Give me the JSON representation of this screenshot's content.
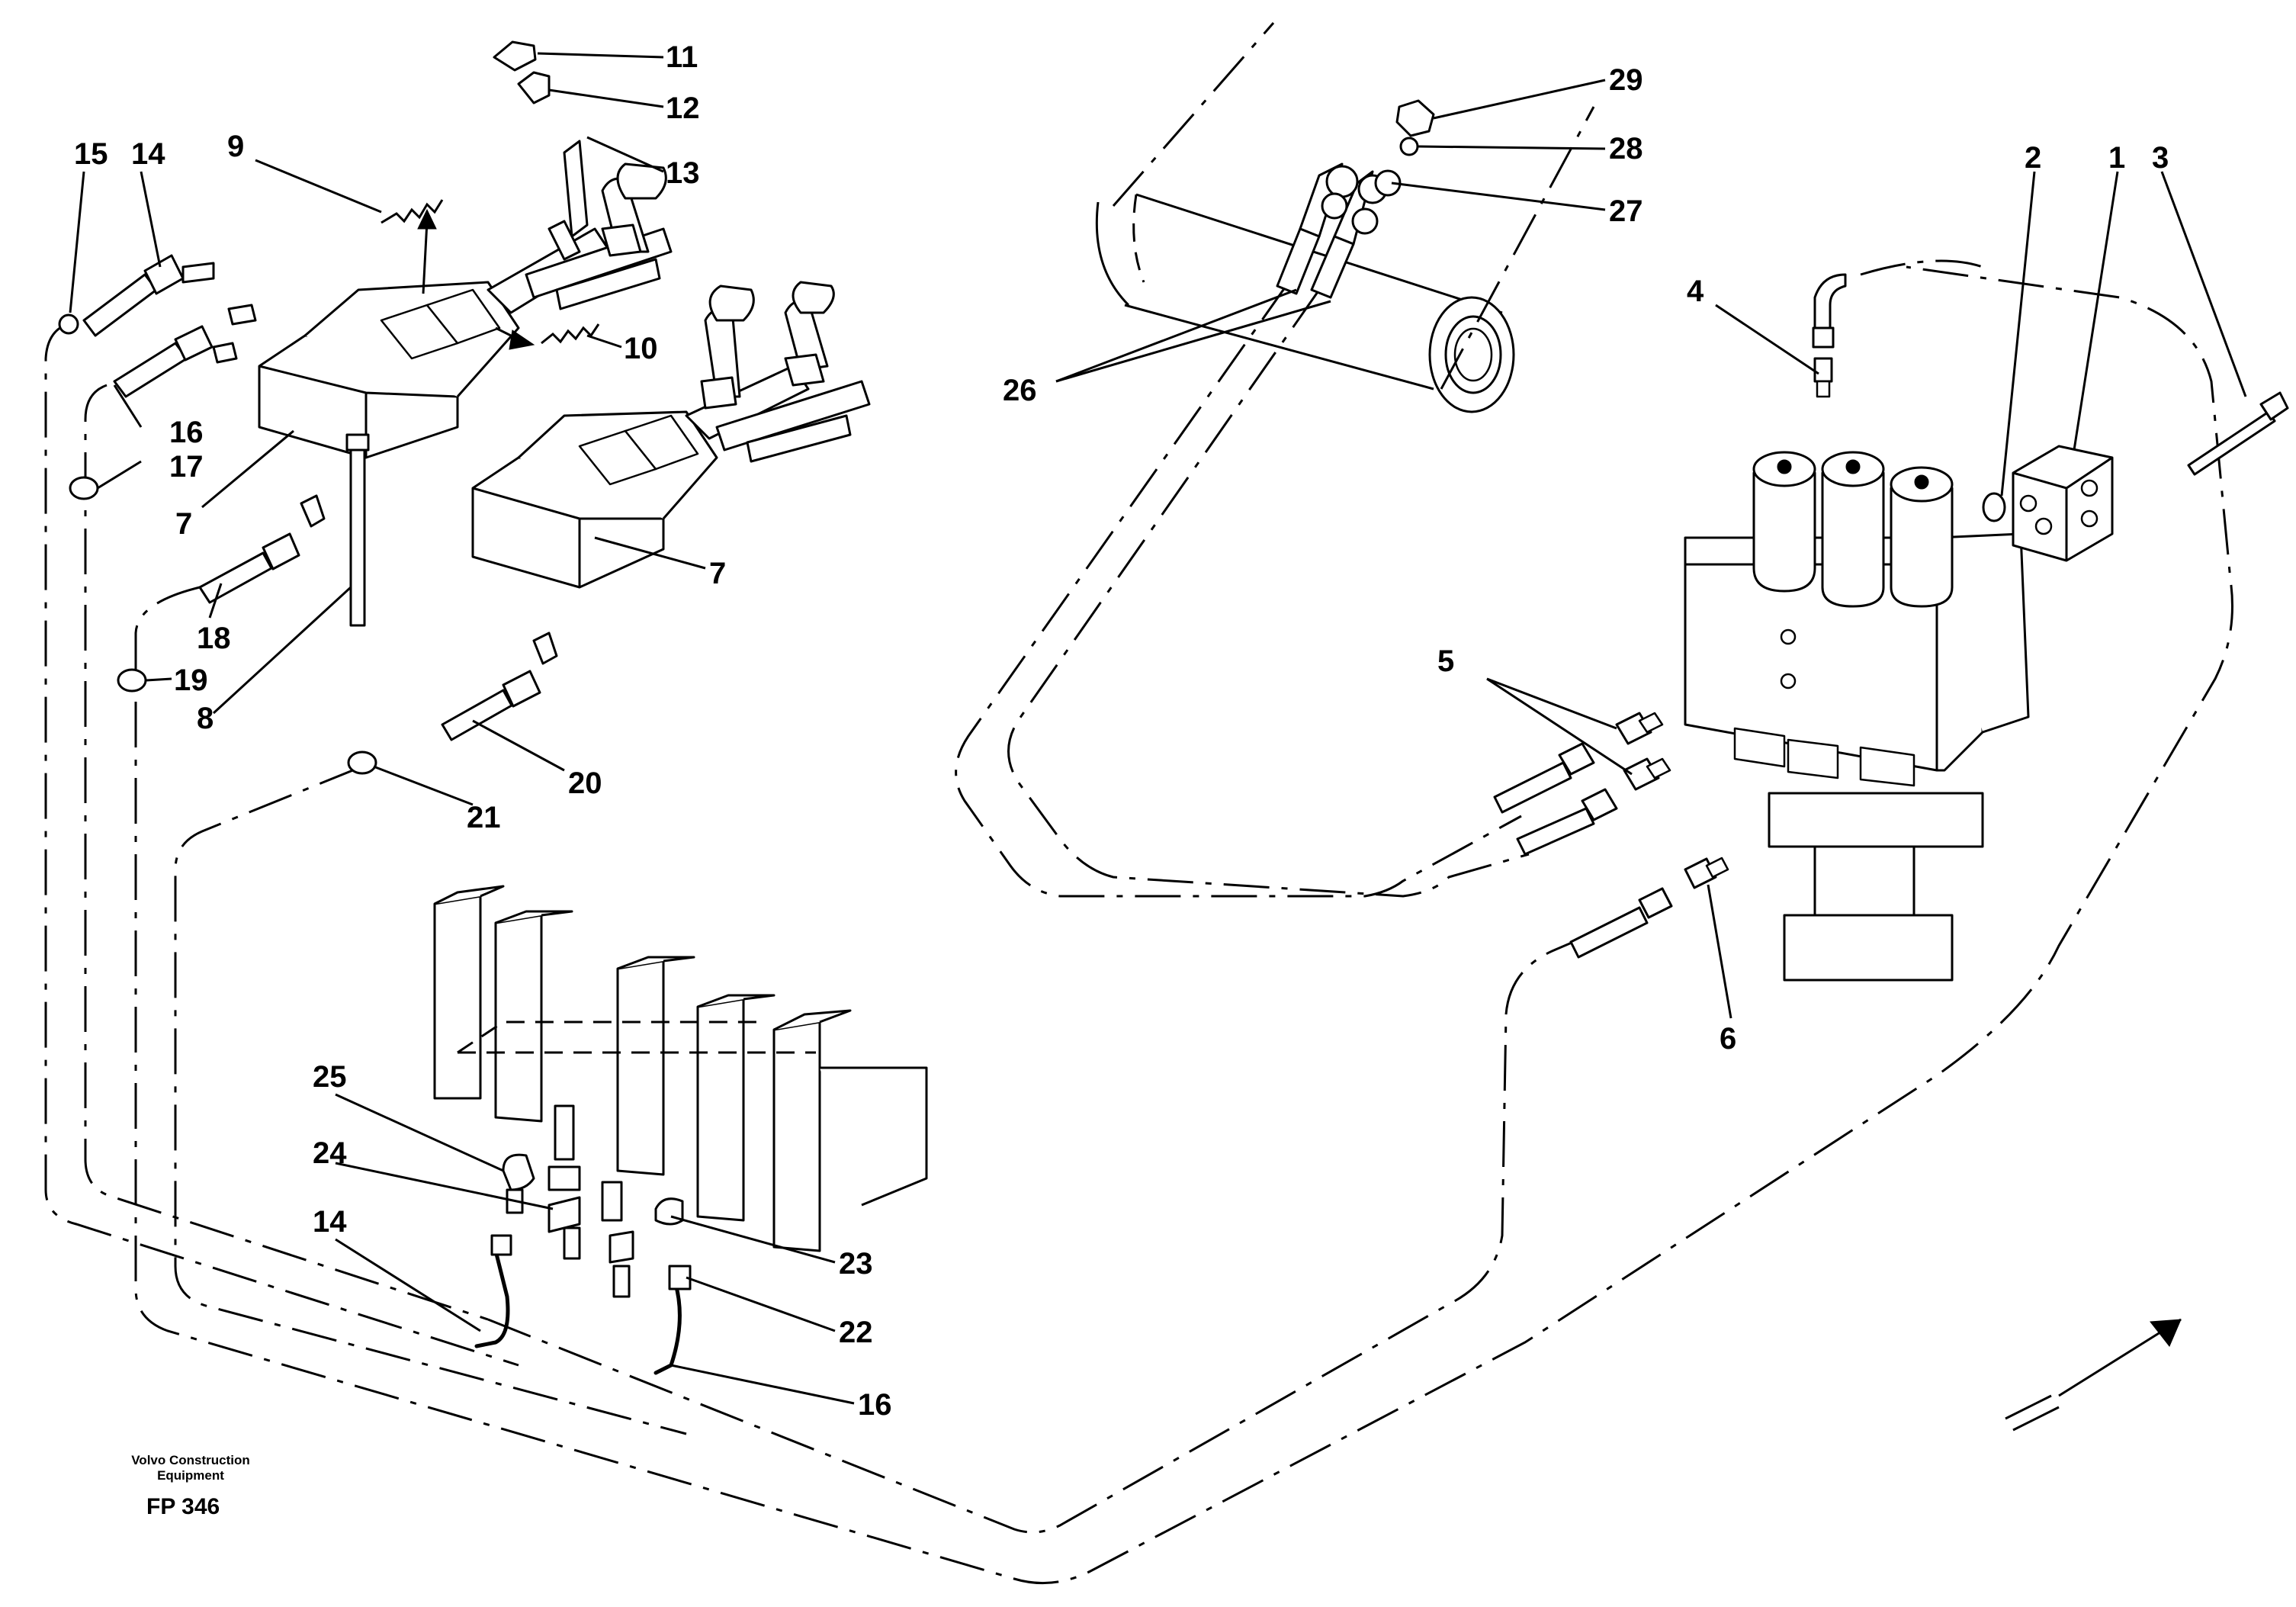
{
  "callouts": {
    "c1": "1",
    "c2": "2",
    "c3": "3",
    "c4": "4",
    "c5": "5",
    "c6": "6",
    "c7a": "7",
    "c7b": "7",
    "c8": "8",
    "c9": "9",
    "c10": "10",
    "c11": "11",
    "c12": "12",
    "c13": "13",
    "c14a": "14",
    "c14b": "14",
    "c15": "15",
    "c16a": "16",
    "c16b": "16",
    "c17": "17",
    "c18": "18",
    "c19": "19",
    "c20": "20",
    "c21": "21",
    "c22": "22",
    "c23": "23",
    "c24": "24",
    "c25": "25",
    "c26": "26",
    "c27": "27",
    "c28": "28",
    "c29": "29"
  },
  "footer": {
    "maker_line1": "Volvo Construction",
    "maker_line2": "Equipment",
    "figure_code": "FP 346"
  }
}
